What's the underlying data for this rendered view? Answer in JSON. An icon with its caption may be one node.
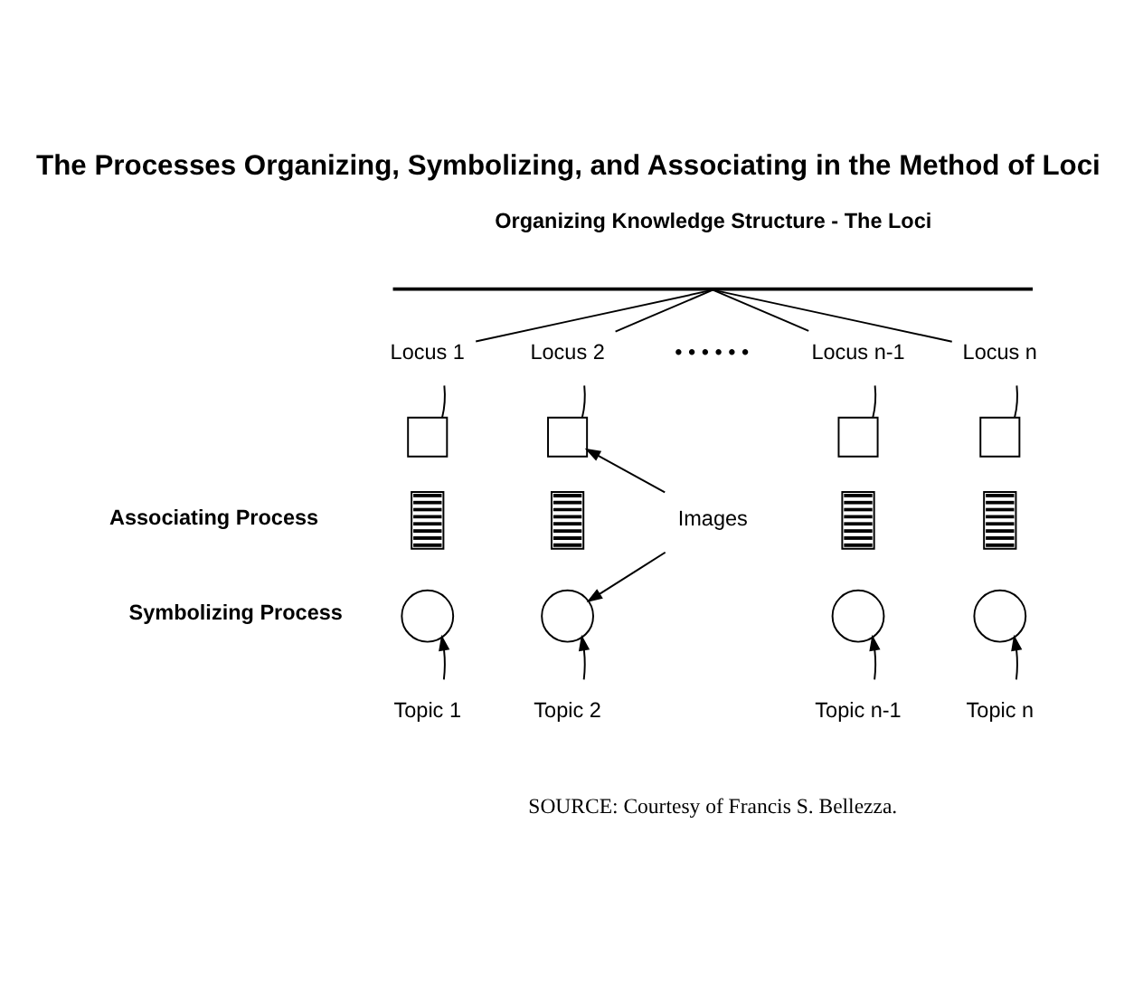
{
  "diagram": {
    "title": "The Processes Organizing, Symbolizing, and Associating in the Method of Loci",
    "caption": "SOURCE: Courtesy of Francis S. Bellezza.",
    "nodes": [
      {
        "text": [],
        "shape": "line"
      },
      {
        "text": [
          "Locus 1"
        ]
      },
      {
        "text": [],
        "shape": "box"
      },
      {
        "text": [],
        "shape": "bar"
      },
      {
        "text": [],
        "shape": "circle"
      },
      {
        "text": [
          "Topic 1"
        ]
      },
      {
        "text": [
          "Locus 2"
        ]
      },
      {
        "text": [],
        "shape": "box"
      },
      {
        "text": [],
        "shape": "bar"
      },
      {
        "text": [],
        "shape": "circle"
      },
      {
        "text": [
          "Topic 2"
        ]
      },
      {
        "text": [
          "Locus n-1"
        ]
      },
      {
        "text": [],
        "shape": "box"
      },
      {
        "text": [],
        "shape": "bar"
      },
      {
        "text": [],
        "shape": "circle"
      },
      {
        "text": [
          "Topic n-1"
        ]
      },
      {
        "text": [
          "Locus n"
        ]
      },
      {
        "text": [],
        "shape": "box"
      },
      {
        "text": [],
        "shape": "bar"
      },
      {
        "text": [],
        "shape": "circle"
      },
      {
        "text": [
          "Topic n"
        ]
      },
      {
        "text": [
          "Images"
        ]
      }
    ],
    "edges": [
      {
        "from": 0,
        "to": 1,
        "arrow": "none"
      },
      {
        "from": 0,
        "to": 6,
        "arrow": "none"
      },
      {
        "from": 0,
        "to": 11,
        "arrow": "none"
      },
      {
        "from": 0,
        "to": 16,
        "arrow": "none"
      },
      {
        "from": 1,
        "to": 2,
        "arrow": "none"
      },
      {
        "from": 6,
        "to": 7,
        "arrow": "none"
      },
      {
        "from": 11,
        "to": 12,
        "arrow": "none"
      },
      {
        "from": 16,
        "to": 17,
        "arrow": "none"
      },
      {
        "from": 5,
        "to": 4,
        "arrow": "to"
      },
      {
        "from": 10,
        "to": 9,
        "arrow": "to"
      },
      {
        "from": 15,
        "to": 14,
        "arrow": "to"
      },
      {
        "from": 20,
        "to": 19,
        "arrow": "to"
      },
      {
        "from": 21,
        "to": 7,
        "arrow": "to"
      },
      {
        "from": 21,
        "to": 9,
        "arrow": "to"
      }
    ],
    "labels": [
      "Organizing Knowledge Structure - The Loci",
      "• • • • • •",
      "Associating Process",
      "Symbolizing Process"
    ]
  }
}
